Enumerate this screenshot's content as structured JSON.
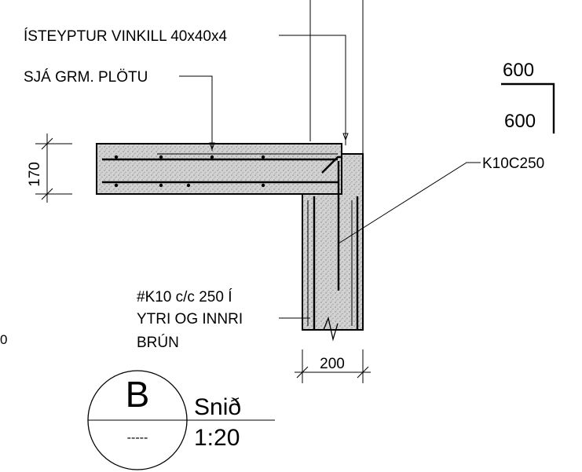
{
  "labels": {
    "cast_angle": "ÍSTEYPTUR VINKILL 40x40x4",
    "see_slab": "SJÁ GRM. PLÖTU",
    "dim_slab": "170",
    "dim_wall": "200",
    "rebar_upper": "600",
    "rebar_lower": "600",
    "rebar_tag": "K10C250",
    "note_line1": "#K10 c/c 250 Í",
    "note_line2": "YTRI OG INNRI",
    "note_line3": "BRÚN",
    "left_fragment": "0"
  },
  "section_title": {
    "letter": "B",
    "dashes": "-----",
    "name": "Snið",
    "scale": "1:20"
  },
  "colors": {
    "line": "#000000",
    "concrete": "#c9c9c9",
    "background": "#ffffff"
  }
}
